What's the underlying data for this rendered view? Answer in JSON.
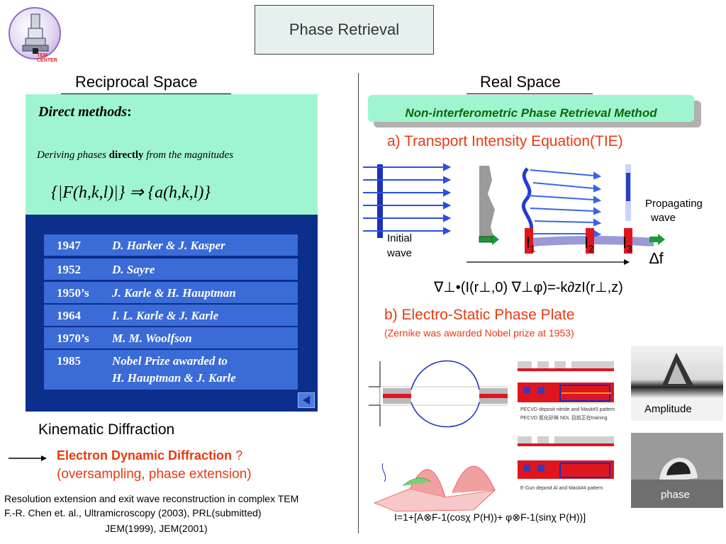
{
  "header": {
    "title": "Phase Retrieval",
    "logo_text": "TEM CENTER"
  },
  "left": {
    "heading": "Reciprocal Space",
    "direct_methods": {
      "title": "Direct methods",
      "title_suffix": ":",
      "subtitle_pre": "Deriving phases ",
      "subtitle_bold": "directly",
      "subtitle_post": " from the magnitudes",
      "formula": "{|F(h,k,l)|} ⇒ {a(h,k,l)}"
    },
    "history": [
      {
        "year": "1947",
        "names": "D. Harker & J. Kasper"
      },
      {
        "year": "1952",
        "names": "D. Sayre"
      },
      {
        "year": "1950’s",
        "names": "J. Karle & H. Hauptman"
      },
      {
        "year": "1964",
        "names": "I. L. Karle & J. Karle"
      },
      {
        "year": "1970’s",
        "names": "M. M. Woolfson"
      },
      {
        "year": "1985",
        "names": "Nobel Prize awarded to",
        "names2": "H. Hauptman & J. Karle"
      }
    ],
    "kinematic": "Kinematic Diffraction",
    "dynamic_label": "Electron Dynamic Diffraction",
    "dynamic_q": " ?",
    "dynamic_note": "(oversampling, phase extension)",
    "refs": [
      "Resolution extension and exit wave reconstruction in complex TEM",
      "F.-R. Chen et. al., Ultramicroscopy (2003), PRL(submitted)",
      "JEM(1999), JEM(2001)"
    ]
  },
  "right": {
    "heading": "Real Space",
    "banner": "Non-interferometric Phase Retrieval Method",
    "tie_title": "a) Transport Intensity Equation(TIE)",
    "initial_wave": [
      "Initial",
      "wave"
    ],
    "propagating_wave": [
      "Propagating",
      "wave"
    ],
    "i_labels": [
      "I",
      "I",
      "I"
    ],
    "i_subs": [
      "1",
      "2",
      "3"
    ],
    "delta_f": "∆f",
    "tie_equation": "∇⊥•(I(r⊥,0) ∇⊥φ)=-k∂zI(r⊥,z)",
    "plate_title": "b) Electro-Static Phase Plate",
    "plate_note": "(Zernike was awarded Nobel prize at 1953)",
    "fab_note1": [
      "PECVD deposit nitride and Mask#3 pattern",
      "PECVD 氮化矽與 NDL 目前正在training"
    ],
    "fab_note2": "E-Gun deposit Al and Mask#4 pattern",
    "amplitude": "Amplitude",
    "phase": "phase",
    "bottom_equation": "I=1+[A⊗F-1(cosχ P(H))+ φ⊗F-1(sinχ P(H))]"
  },
  "colors": {
    "accent_red": "#e83a10",
    "banner_green": "#9ff5cf",
    "panel_blue": "#0c2f8c",
    "row_blue": "#3a6bd6"
  }
}
